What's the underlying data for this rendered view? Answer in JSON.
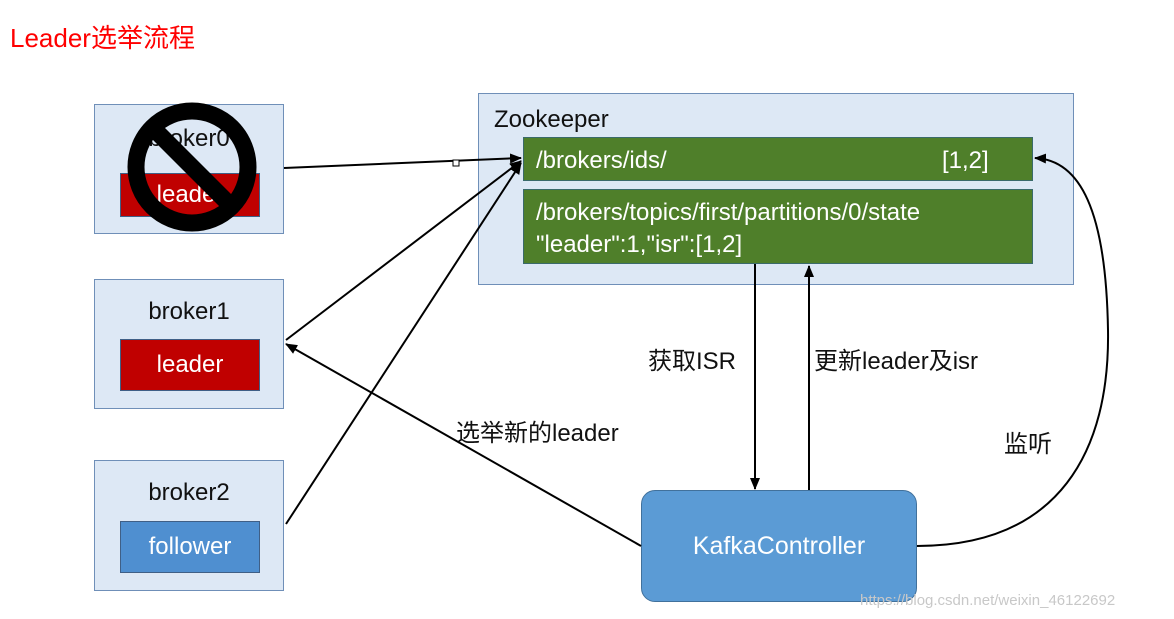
{
  "title": "Leader选举流程",
  "brokers": [
    {
      "name": "broker0",
      "role": "leader",
      "crossed_out": true
    },
    {
      "name": "broker1",
      "role": "leader"
    },
    {
      "name": "broker2",
      "role": "follower"
    }
  ],
  "zookeeper": {
    "title": "Zookeeper",
    "ids_path": "/brokers/ids/",
    "ids_value": "[1,2]",
    "state_path": "/brokers/topics/first/partitions/0/state",
    "state_value": "\"leader\":1,\"isr\":[1,2]"
  },
  "controller": {
    "name": "KafkaController"
  },
  "edge_labels": {
    "get_isr": "获取ISR",
    "update_leader_isr": "更新leader及isr",
    "elect_new_leader": "选举新的leader",
    "watch": "监听"
  },
  "watermark": "https://blog.csdn.net/weixin_46122692",
  "colors": {
    "title": "#ff0000",
    "leader": "#c00000",
    "follower": "#4f8fd0",
    "zk_node": "#4f7f2a",
    "controller": "#5b9bd5",
    "box_bg": "#dde8f5"
  }
}
